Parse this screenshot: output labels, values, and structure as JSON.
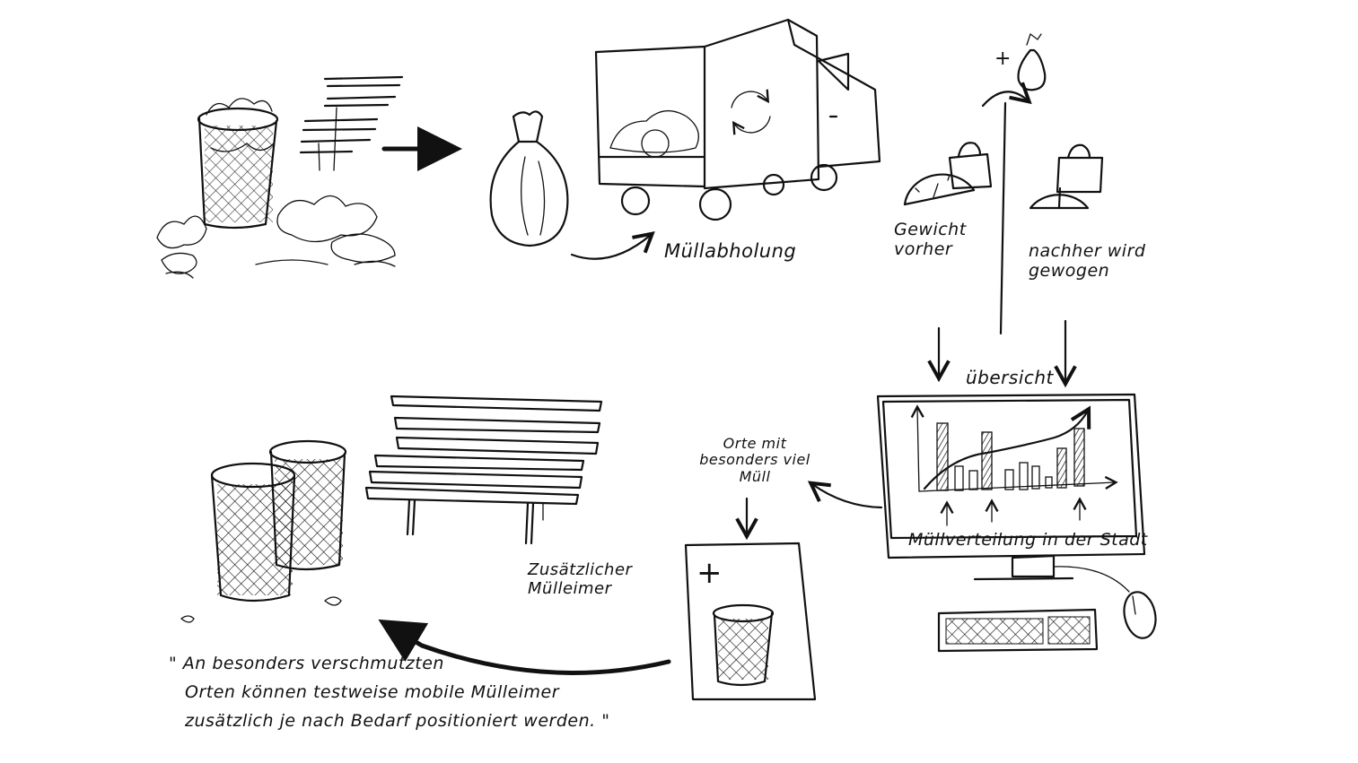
{
  "labels": {
    "pickup": "Müllabholung",
    "weight_before": "Gewicht vorher",
    "weighed_after": "nachher wird gewogen",
    "overview": "übersicht",
    "places": "Orte mit besonders viel Müll",
    "distribution": "Müllverteilung in der Stadt",
    "extra_bin": "Zusätzlicher Mülleimer",
    "quote_line1": "\" An besonders verschmutzten",
    "quote_line2": "Orten können testweise mobile Mülleimer",
    "quote_line3": "zusätzlich je nach Bedarf positioniert werden. \""
  },
  "symbols": {
    "plus_bag": "+",
    "plus_bin": "+"
  },
  "icons": [
    "trash-bin-icon",
    "bag-icon",
    "truck-icon",
    "recycle-icon",
    "weight-icon",
    "scale-icon",
    "monitor-icon",
    "keyboard-icon",
    "mouse-icon",
    "bench-icon"
  ]
}
